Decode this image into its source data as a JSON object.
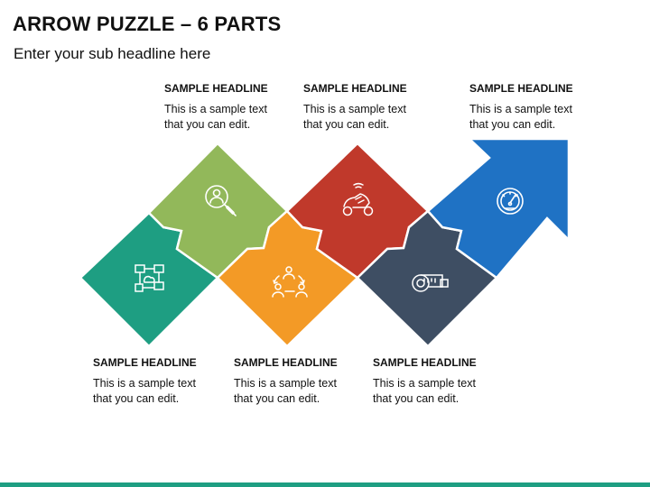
{
  "title": "ARROW PUZZLE – 6 PARTS",
  "subtitle": "Enter your sub headline here",
  "colors": {
    "teal": "#1E9E82",
    "green": "#92B85A",
    "orange": "#F39A26",
    "red": "#C0392B",
    "slate": "#3E4E63",
    "blue": "#1F72C4",
    "bottom_bar": "#1E9E82"
  },
  "captions": [
    {
      "headline": "SAMPLE HEADLINE",
      "line1": "This is a sample text",
      "line2": "that you can edit."
    },
    {
      "headline": "SAMPLE HEADLINE",
      "line1": "This is a sample text",
      "line2": "that you can edit."
    },
    {
      "headline": "SAMPLE HEADLINE",
      "line1": "This is a sample text",
      "line2": "that you can edit."
    },
    {
      "headline": "SAMPLE HEADLINE",
      "line1": "This is a sample text",
      "line2": "that you can edit."
    },
    {
      "headline": "SAMPLE HEADLINE",
      "line1": "This is a sample text",
      "line2": "that you can edit."
    },
    {
      "headline": "SAMPLE HEADLINE",
      "line1": "This is a sample text",
      "line2": "that you can edit."
    }
  ],
  "pieces": [
    {
      "color": "teal",
      "icon": "network-icon"
    },
    {
      "color": "green",
      "icon": "magnifier-person-icon"
    },
    {
      "color": "orange",
      "icon": "team-cycle-icon"
    },
    {
      "color": "red",
      "icon": "scooter-icon"
    },
    {
      "color": "slate",
      "icon": "measuring-tape-icon"
    },
    {
      "color": "blue",
      "icon": "speedometer-icon"
    }
  ]
}
